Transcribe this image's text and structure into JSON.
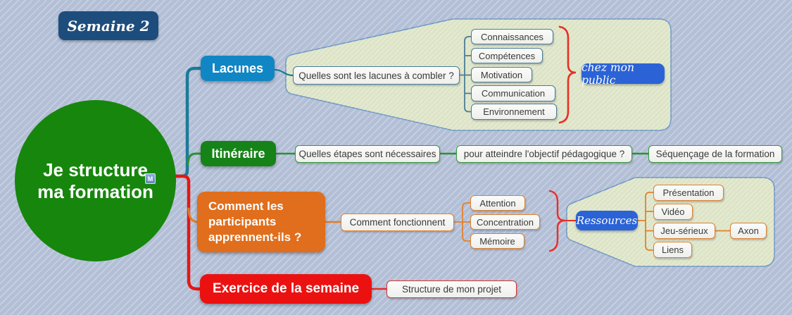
{
  "header": {
    "week_label": "Semaine 2"
  },
  "central_topic": {
    "title": "Je structure ma formation",
    "title_line1": "Je structure",
    "title_line2": "ma formation",
    "badge": "M"
  },
  "branches": {
    "lacunes": {
      "label": "Lacunes",
      "question": "Quelles sont les lacunes à combler ?",
      "items": [
        "Connaissances",
        "Compétences",
        "Motivation",
        "Communication",
        "Environnement"
      ],
      "callout": "chez mon public"
    },
    "itineraire": {
      "label": "Itinéraire",
      "steps": [
        "Quelles étapes sont nécessaires",
        "pour atteindre l'objectif pédagogique ?",
        "Séquençage de la formation"
      ]
    },
    "participants": {
      "label": "Comment les participants apprennent-ils ?",
      "intro": "Comment fonctionnent",
      "items": [
        "Attention",
        "Concentration",
        "Mémoire"
      ],
      "callout": "Ressources",
      "resources": [
        "Présentation",
        "Vidéo",
        "Jeu-sérieux",
        "Liens"
      ],
      "resource_child": "Axon"
    },
    "exercice": {
      "label": "Exercice de la semaine",
      "item": "Structure de mon projet"
    }
  },
  "colors": {
    "background": "#b3bfd6",
    "week_navy": "#1d4d7d",
    "central_green": "#17860d",
    "lacunes_branch": "#1186c5",
    "itineraire_branch": "#158317",
    "participants_branch": "#e06e1c",
    "exercice_branch": "#ec1111",
    "callout_blue": "#2b63d6",
    "trunk_teal": "#1b7b97",
    "brace_red": "#ea2e24",
    "boundary_fill": "#dde4c6",
    "boundary_border": "#6e97c3"
  }
}
